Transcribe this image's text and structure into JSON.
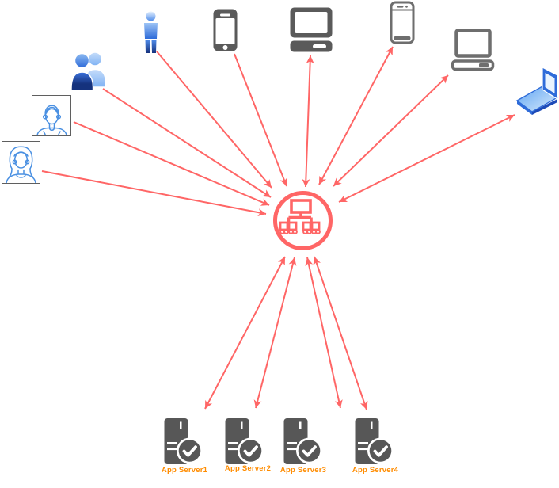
{
  "diagram": {
    "kind": "load-balancer-network-diagram",
    "hub": {
      "icon": "sitemap-icon"
    }
  },
  "colors": {
    "arrow": "#FF6666",
    "hub_ring": "#FF6666",
    "device_dark_gray": "#5A5A5A",
    "device_outline_gray": "#6E6E6E",
    "server_gray": "#575757",
    "server_label_orange": "#FF8C00",
    "avatar_line_blue": "#4A90E2",
    "figure_blue": "#2E6BD9",
    "background": "#FFFFFF"
  },
  "clients": [
    {
      "id": "woman-avatar",
      "icon": "woman-avatar-icon",
      "arrow": "single"
    },
    {
      "id": "man-avatar",
      "icon": "man-avatar-icon",
      "arrow": "single"
    },
    {
      "id": "users-group",
      "icon": "users-group-icon",
      "arrow": "single"
    },
    {
      "id": "person-figure",
      "icon": "person-3d-icon",
      "arrow": "single"
    },
    {
      "id": "smartphone-filled",
      "icon": "smartphone-filled-icon",
      "arrow": "single"
    },
    {
      "id": "desktop-computer",
      "icon": "desktop-computer-icon",
      "arrow": "double"
    },
    {
      "id": "smartphone-outline",
      "icon": "smartphone-outline-icon",
      "arrow": "double"
    },
    {
      "id": "laptop-outline",
      "icon": "laptop-outline-icon",
      "arrow": "double"
    },
    {
      "id": "laptop-3d",
      "icon": "laptop-3d-icon",
      "arrow": "double"
    }
  ],
  "servers": [
    {
      "label": "App Server1"
    },
    {
      "label": "App Server2"
    },
    {
      "label": "App Server3"
    },
    {
      "label": "App Server4"
    }
  ]
}
